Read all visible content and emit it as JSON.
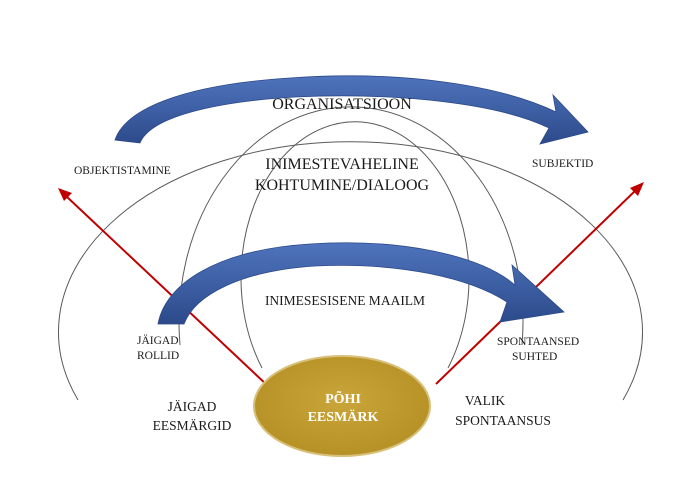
{
  "colors": {
    "ring_stroke": "#5a5a5a",
    "curved_arrow": "#3b5b9e",
    "red_arrow": "#c00000",
    "core_fill": "#c19a2e",
    "core_stroke": "#d8c07a",
    "background": "#ffffff"
  },
  "labels": {
    "organization": "ORGANISATSIOON",
    "objectification": "OBJEKTISTAMINE",
    "subjects": "SUBJEKTID",
    "interpersonal_1": "INIMESTEVAHELINE",
    "interpersonal_2": "KOHTUMINE/DIALOOG",
    "intrapersonal": "INIMESESISENE MAAILM",
    "rigid_roles_1": "JÄIGAD",
    "rigid_roles_2": "ROLLID",
    "spontaneous_rel_1": "SPONTAANSED",
    "spontaneous_rel_2": "SUHTED",
    "rigid_goals_1": "JÄIGAD",
    "rigid_goals_2": "EESMÄRGID",
    "choice_1": "VALIK",
    "choice_2": "SPONTAANSUS",
    "core_1": "PÕHI",
    "core_2": "EESMÄRK"
  }
}
